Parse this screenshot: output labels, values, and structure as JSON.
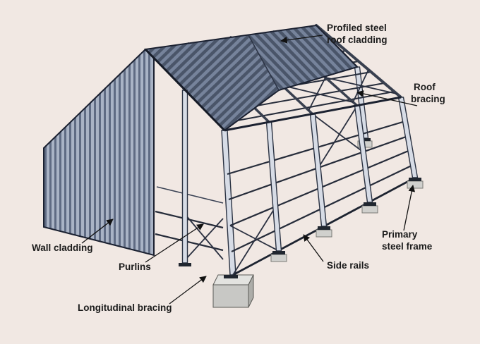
{
  "diagram": {
    "type": "isometric-structural-diagram",
    "subject": "steel portal frame building with partial cladding cutaway",
    "labels": {
      "roof_cladding": {
        "line1": "Profiled steel",
        "line2": "roof cladding"
      },
      "roof_bracing": {
        "line1": "Roof",
        "line2": "bracing"
      },
      "wall_cladding": {
        "text": "Wall cladding"
      },
      "purlins": {
        "text": "Purlins"
      },
      "longitudinal_bracing": {
        "text": "Longitudinal bracing"
      },
      "side_rails": {
        "text": "Side rails"
      },
      "primary_steel_frame": {
        "line1": "Primary",
        "line2": "steel frame"
      }
    },
    "colors": {
      "background": "#f1e8e3",
      "roof_cladding_dark": "#4a5569",
      "roof_cladding_mid": "#76839b",
      "wall_cladding_dark": "#5f6b83",
      "wall_cladding_light": "#a9b3c5",
      "steel_frame_line": "#232936",
      "concrete_block": "#c8c8c5",
      "label_text": "#1b1b1b"
    }
  }
}
